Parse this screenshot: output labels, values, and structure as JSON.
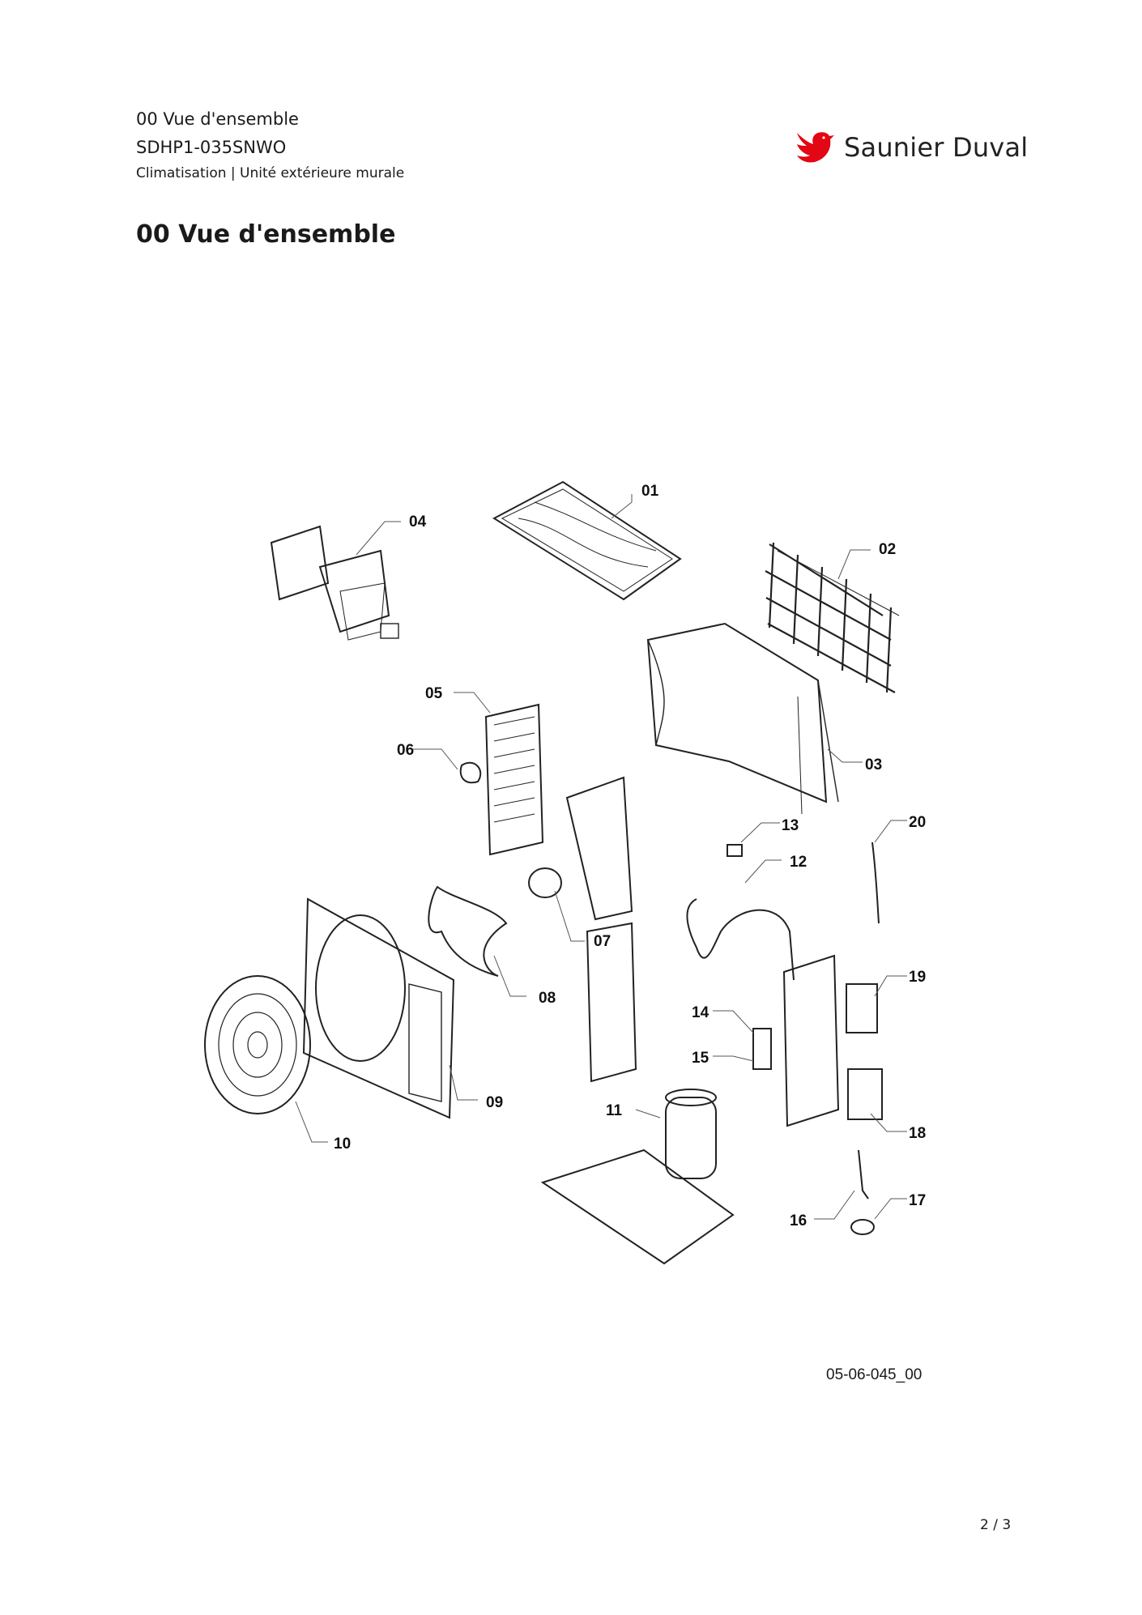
{
  "header": {
    "line1": "00 Vue d'ensemble",
    "line2": "SDHP1-035SNWO",
    "line3": "Climatisation | Unité extérieure murale"
  },
  "brand": {
    "name": "Saunier Duval",
    "logo_icon": "red-bird-logo-icon",
    "logo_color": "#e30613"
  },
  "page_title": "00 Vue d'ensemble",
  "diagram": {
    "part_labels": [
      "01",
      "02",
      "03",
      "04",
      "05",
      "06",
      "07",
      "08",
      "09",
      "10",
      "11",
      "12",
      "13",
      "14",
      "15",
      "16",
      "17",
      "18",
      "19",
      "20"
    ],
    "reference": "05-06-045_00"
  },
  "footer": {
    "page_number": "2 / 3"
  }
}
